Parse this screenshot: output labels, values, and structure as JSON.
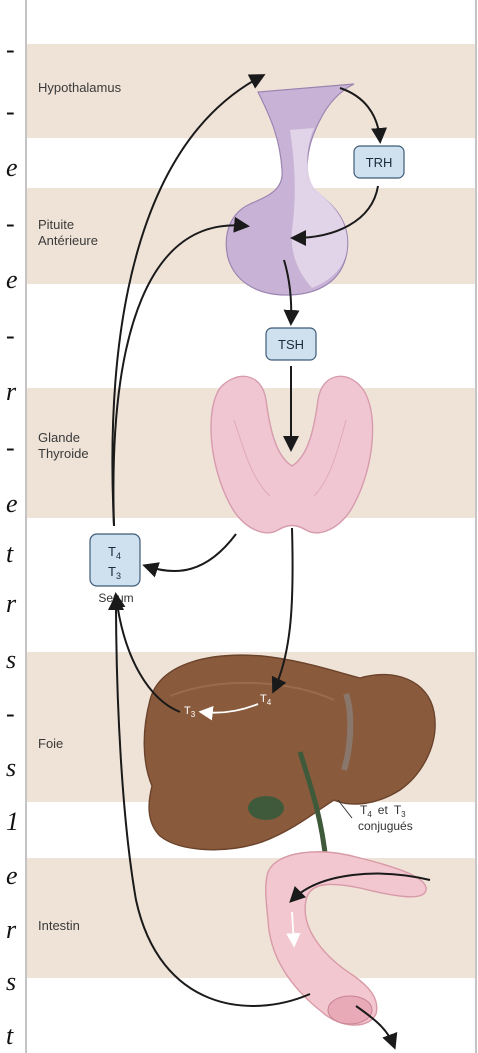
{
  "margin_column": {
    "glyphs": [
      "-",
      "-",
      "e",
      "-",
      "e",
      "-",
      "r",
      "-",
      "e",
      "t",
      "r",
      "s",
      "-",
      "s",
      "1",
      "e",
      "r",
      "s",
      "t"
    ]
  },
  "bands": {
    "hypothalamus": "Hypothalamus",
    "pituitary_line1": "Pituite",
    "pituitary_line2": "Antérieure",
    "thyroid_line1": "Glande",
    "thyroid_line2": "Thyroide",
    "liver": "Foie",
    "intestine": "Intestin"
  },
  "hormones": {
    "trh": "TRH",
    "tsh": "TSH",
    "serum_t4_base": "T",
    "serum_t4_sub": "4",
    "serum_t3_base": "T",
    "serum_t3_sub": "3",
    "serum_label": "Serum"
  },
  "liver_labels": {
    "t4_base": "T",
    "t4_sub": "4",
    "t3_base": "T",
    "t3_sub": "3"
  },
  "conjugates": {
    "line1_t4_base": "T",
    "line1_t4_sub": "4",
    "line1_et": "et",
    "line1_t3_base": "T",
    "line1_t3_sub": "3",
    "line2": "conjugués"
  },
  "colors": {
    "band": "#efe3d8",
    "frame": "#9c9c9c",
    "hormone_box": "#cfe0ef",
    "hormone_box_stroke": "#3d5a78",
    "pituitary": "#b89fc9",
    "thyroid": "#f0c6d2",
    "liver": "#8a5a3c",
    "intestine": "#f2c7cf"
  }
}
